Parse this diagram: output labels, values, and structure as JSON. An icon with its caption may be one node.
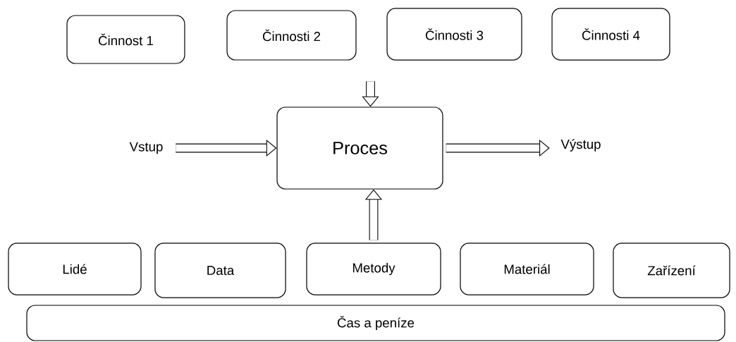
{
  "diagram": {
    "nodes": [
      {
        "text": [
          "Činnost 1"
        ]
      },
      {
        "text": [
          "Činnosti 2"
        ]
      },
      {
        "text": [
          "Činnosti 3"
        ]
      },
      {
        "text": [
          "Činnosti 4"
        ]
      },
      {
        "text": [
          "Vstup"
        ]
      },
      {
        "text": [
          "Proces"
        ]
      },
      {
        "text": [
          "Výstup"
        ]
      },
      {
        "text": [
          "Lidé"
        ]
      },
      {
        "text": [
          "Data"
        ]
      },
      {
        "text": [
          "Metody"
        ]
      },
      {
        "text": [
          "Materiál"
        ]
      },
      {
        "text": [
          "Zařízení"
        ]
      },
      {
        "text": [
          "Čas a peníze"
        ]
      }
    ],
    "edges": [
      {
        "from": null,
        "to": 5,
        "arrow": "to"
      },
      {
        "from": 4,
        "to": 5,
        "arrow": "to"
      },
      {
        "from": 5,
        "to": 6,
        "arrow": "to"
      },
      {
        "from": 9,
        "to": 5,
        "arrow": "to"
      }
    ]
  }
}
